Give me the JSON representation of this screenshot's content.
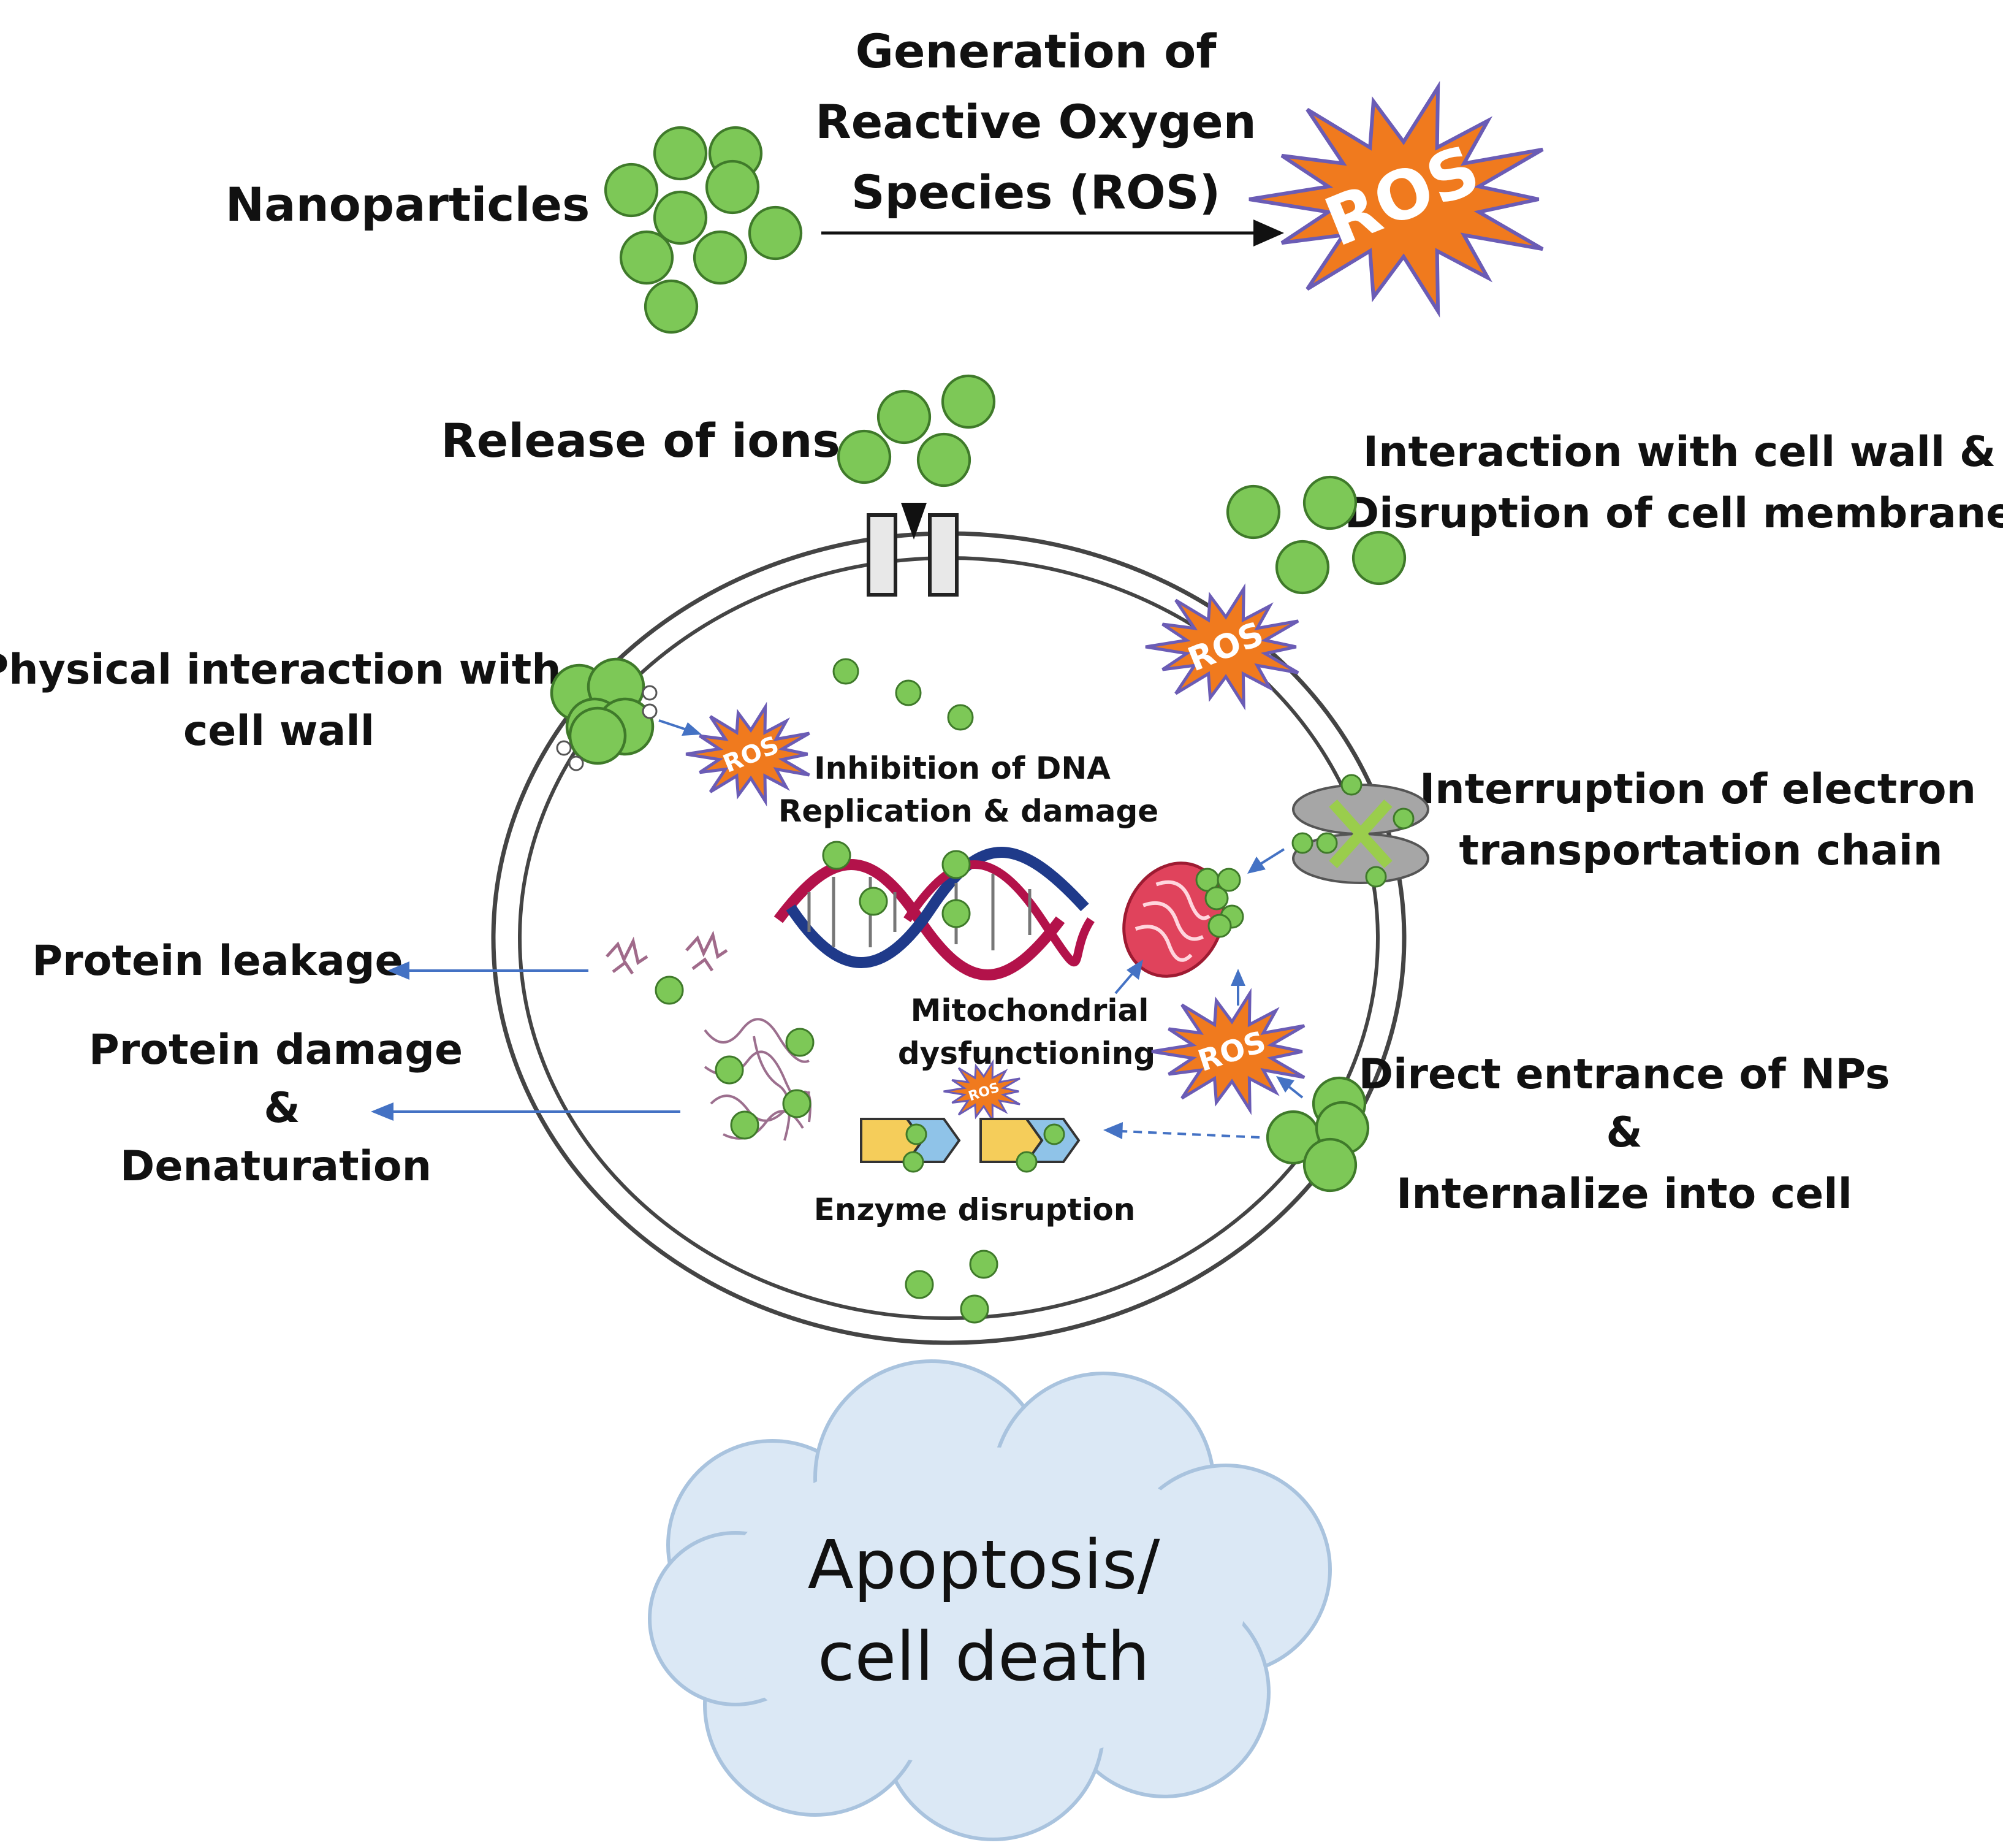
{
  "labels": {
    "nanoparticles": "Nanoparticles",
    "generation_ros": [
      "Generation of",
      "Reactive Oxygen",
      "Species  (ROS)"
    ],
    "release_ions": "Release of ions",
    "cell_wall_interaction": [
      "Interaction with cell wall &",
      "Disruption of cell membrane"
    ],
    "physical_interaction": [
      "Physical interaction with",
      "cell wall"
    ],
    "dna": [
      "Inhibition of DNA",
      "Replication & damage"
    ],
    "electron_chain": [
      "Interruption of electron",
      "transportation chain"
    ],
    "protein_leakage": "Protein leakage",
    "protein_damage": [
      "Protein damage",
      "&",
      "Denaturation"
    ],
    "mitochondrial": [
      "Mitochondrial",
      "dysfunctioning"
    ],
    "direct_entrance": [
      "Direct entrance of NPs",
      "&",
      "Internalize into cell"
    ],
    "enzyme": "Enzyme disruption",
    "apoptosis": [
      "Apoptosis/",
      "cell death"
    ],
    "ros": "ROS"
  },
  "colors": {
    "nanoparticle_fill": "#7dc857",
    "nanoparticle_stroke": "#3f7a2a",
    "ros_fill": "#f07a1e",
    "ros_stroke": "#6b5cb5",
    "cell_stroke": "#444444",
    "arrow_blue": "#4472c4",
    "cloud_fill": "#dbe8f5",
    "cloud_stroke": "#a9c3de",
    "mito_fill": "#e0435c",
    "dna_red": "#b3124a",
    "dna_blue": "#1f3a8a",
    "enzyme_yellow": "#f5cd5a",
    "enzyme_blue": "#8fc3e8",
    "ets_gray": "#a6a6a6"
  }
}
